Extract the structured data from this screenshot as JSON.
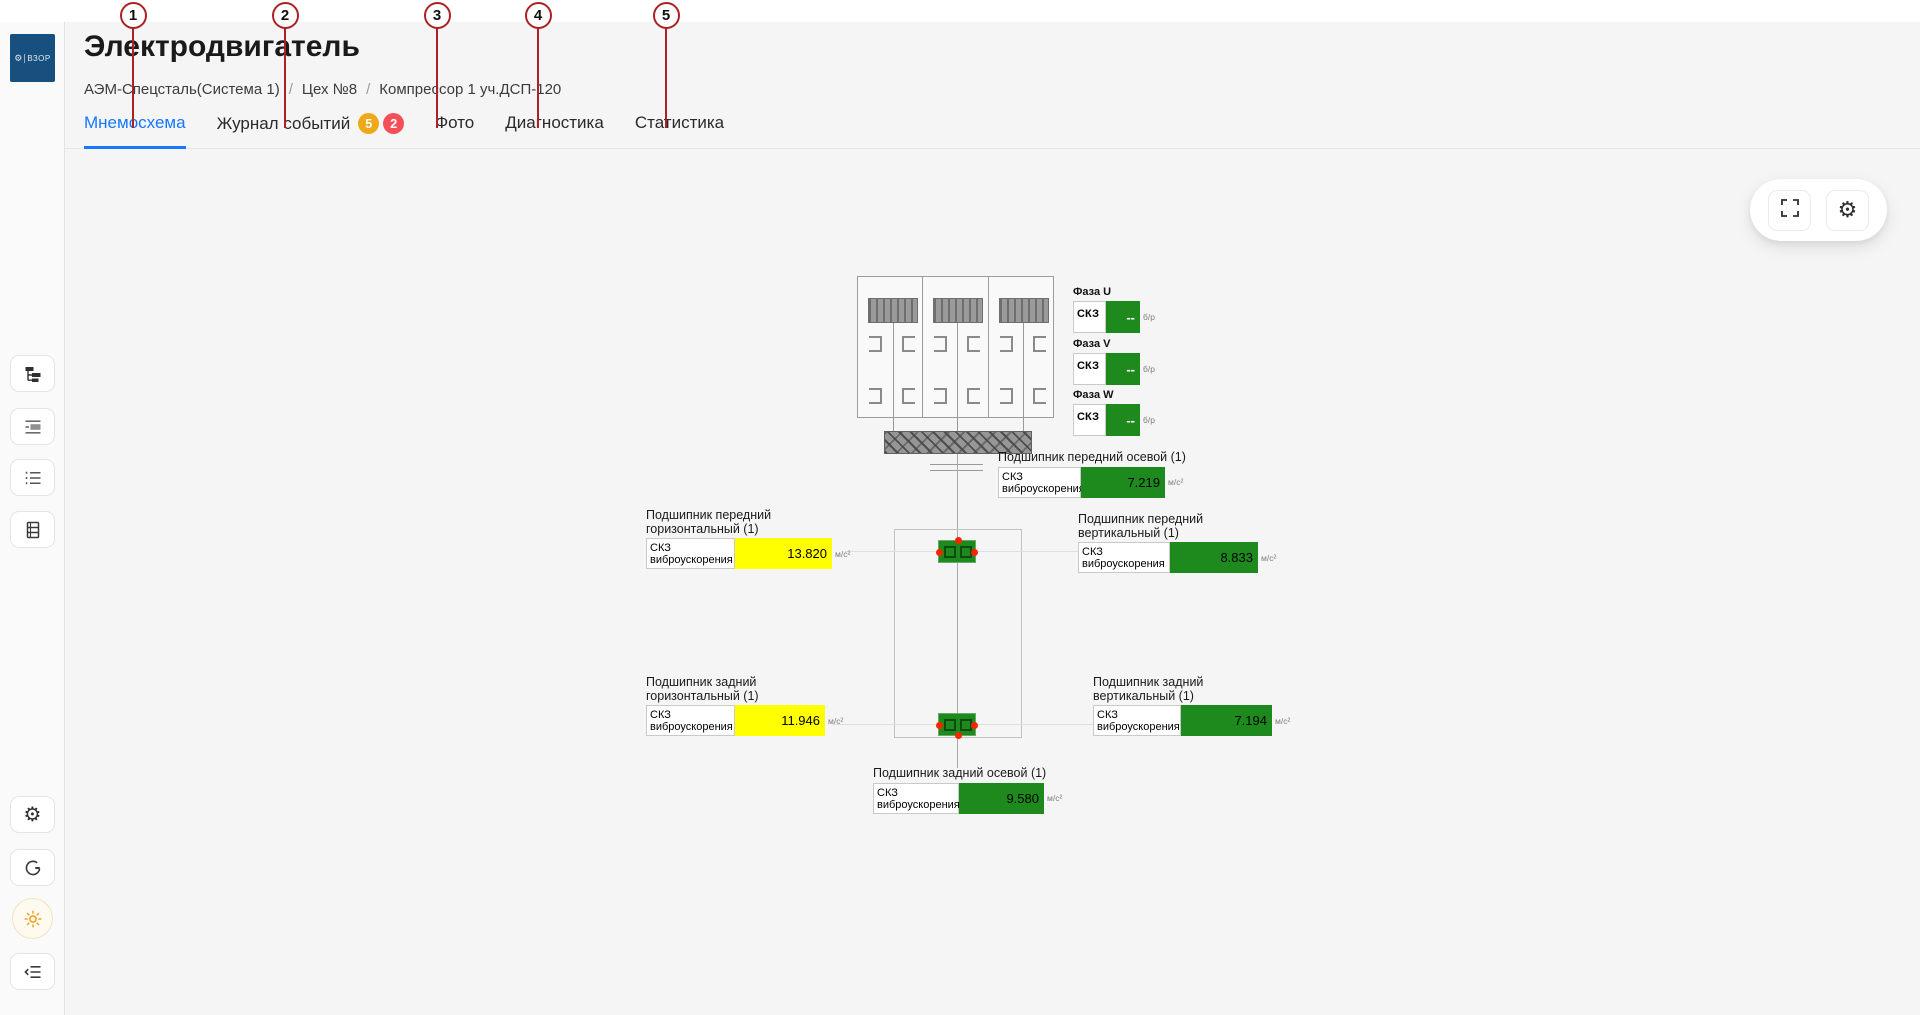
{
  "annotations": {
    "color": "#ab2124",
    "markers": [
      "1",
      "2",
      "3",
      "4",
      "5"
    ]
  },
  "sidebar": {
    "logo_text": "ВЗОР",
    "top_buttons": [
      {
        "icon": "tree-structure"
      },
      {
        "icon": "list-panel"
      },
      {
        "icon": "bullet-list"
      },
      {
        "icon": "table-rows"
      }
    ],
    "bottom_buttons": [
      {
        "icon": "gear"
      },
      {
        "icon": "power"
      },
      {
        "icon": "sun"
      },
      {
        "icon": "menu-fold"
      }
    ]
  },
  "header": {
    "title": "Электродвигатель",
    "breadcrumb": [
      "АЭМ-Спецсталь(Система 1)",
      "Цех №8",
      "Компрессор 1 уч.ДСП-120"
    ],
    "separator": "/"
  },
  "tabs": [
    {
      "label": "Мнемосхема",
      "active": true
    },
    {
      "label": "Журнал событий",
      "badges": [
        {
          "value": "5",
          "color": "#f0a818"
        },
        {
          "value": "2",
          "color": "#f5505a"
        }
      ]
    },
    {
      "label": "Фото"
    },
    {
      "label": "Диагностика"
    },
    {
      "label": "Статистика"
    }
  ],
  "canvas_toolbar": {
    "buttons": [
      {
        "icon": "fullscreen"
      },
      {
        "icon": "gear"
      }
    ]
  },
  "mnemo": {
    "status_colors": {
      "ok": "#1e8a1e",
      "warn": "#ffff00",
      "accent_blue": "#1677ff",
      "dot_red": "#ff2200"
    },
    "phases": [
      {
        "name": "Фаза U",
        "metric": "СКЗ",
        "value": "--",
        "unit": "б/р",
        "status": "ok"
      },
      {
        "name": "Фаза V",
        "metric": "СКЗ",
        "value": "--",
        "unit": "б/р",
        "status": "ok"
      },
      {
        "name": "Фаза W",
        "metric": "СКЗ",
        "value": "--",
        "unit": "б/р",
        "status": "ok"
      }
    ],
    "bearings": [
      {
        "title": "Подшипник передний осевой (1)",
        "metric": "СКЗ виброускорения",
        "value": "7.219",
        "unit": "м/с²",
        "status": "ok"
      },
      {
        "title": "Подшипник передний горизонтальный (1)",
        "metric": "СКЗ виброускорения",
        "value": "13.820",
        "unit": "м/с²",
        "status": "warn"
      },
      {
        "title": "Подшипник передний вертикальный (1)",
        "metric": "СКЗ виброускорения",
        "value": "8.833",
        "unit": "м/с²",
        "status": "ok"
      },
      {
        "title": "Подшипник задний горизонтальный (1)",
        "metric": "СКЗ виброускорения",
        "value": "11.946",
        "unit": "м/с²",
        "status": "warn"
      },
      {
        "title": "Подшипник задний вертикальный (1)",
        "metric": "СКЗ виброускорения",
        "value": "7.194",
        "unit": "м/с²",
        "status": "ok"
      },
      {
        "title": "Подшипник задний осевой (1)",
        "metric": "СКЗ виброускорения",
        "value": "9.580",
        "unit": "м/с²",
        "status": "ok"
      }
    ]
  }
}
